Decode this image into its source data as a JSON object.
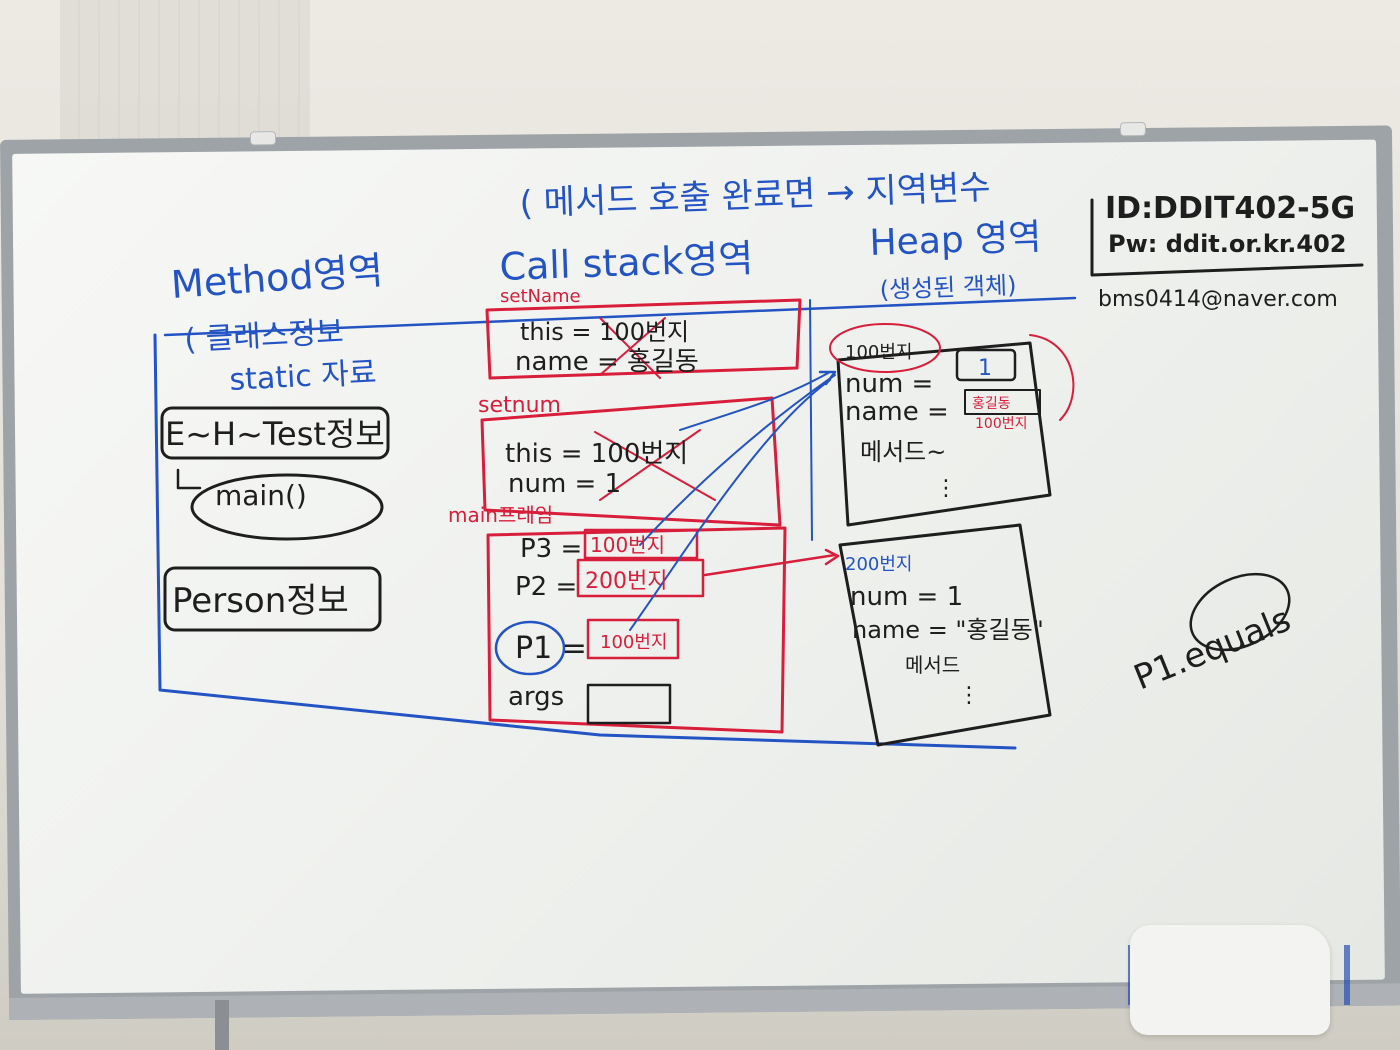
{
  "board": {
    "top_note": "( 메서드 호출 완료면 → 지역변수",
    "login_box": {
      "id_line": "ID:DDIT402-5G",
      "pw_line": "Pw: ddit.or.kr.402"
    },
    "email": "bms0414@naver.com"
  },
  "method_area": {
    "title": "Method영역",
    "subtitle1": "( 클래스정보",
    "subtitle2": "static 자료",
    "test_class": "E~H~Test정보",
    "main_method": "main()",
    "person_class": "Person정보"
  },
  "call_stack": {
    "title": "Call stack영역",
    "set_name_frame": {
      "label": "setName",
      "this_line": "this = 100번지",
      "name_line": "name = 홍길동"
    },
    "set_num_frame": {
      "label": "setnum",
      "this_line": "this = 100번지",
      "num_line": "num = 1"
    },
    "main_frame": {
      "label": "main프레임",
      "p3": "P3 =",
      "p3_val": "100번지",
      "p2": "P2 =",
      "p2_val": "200번지",
      "p1": "P1 =",
      "p1_val": "100번지",
      "args": "args"
    }
  },
  "heap": {
    "title": "Heap 영역",
    "subtitle": "(생성된 객체)",
    "obj1": {
      "addr": "100번지",
      "num": "num =",
      "num_val": "1",
      "name": "name =",
      "name_val": "홍길동",
      "name_ref": "100번지",
      "methods": "메서드~",
      "dots": "⋮"
    },
    "obj2": {
      "addr": "200번지",
      "num": "num = 1",
      "name": "name = \"홍길동\"",
      "methods": "메서드",
      "dots": "⋮"
    }
  },
  "side_note": "P1.equals",
  "colors": {
    "blue": "#2454c4",
    "red": "#d81e3a",
    "black": "#1e1e1e"
  }
}
